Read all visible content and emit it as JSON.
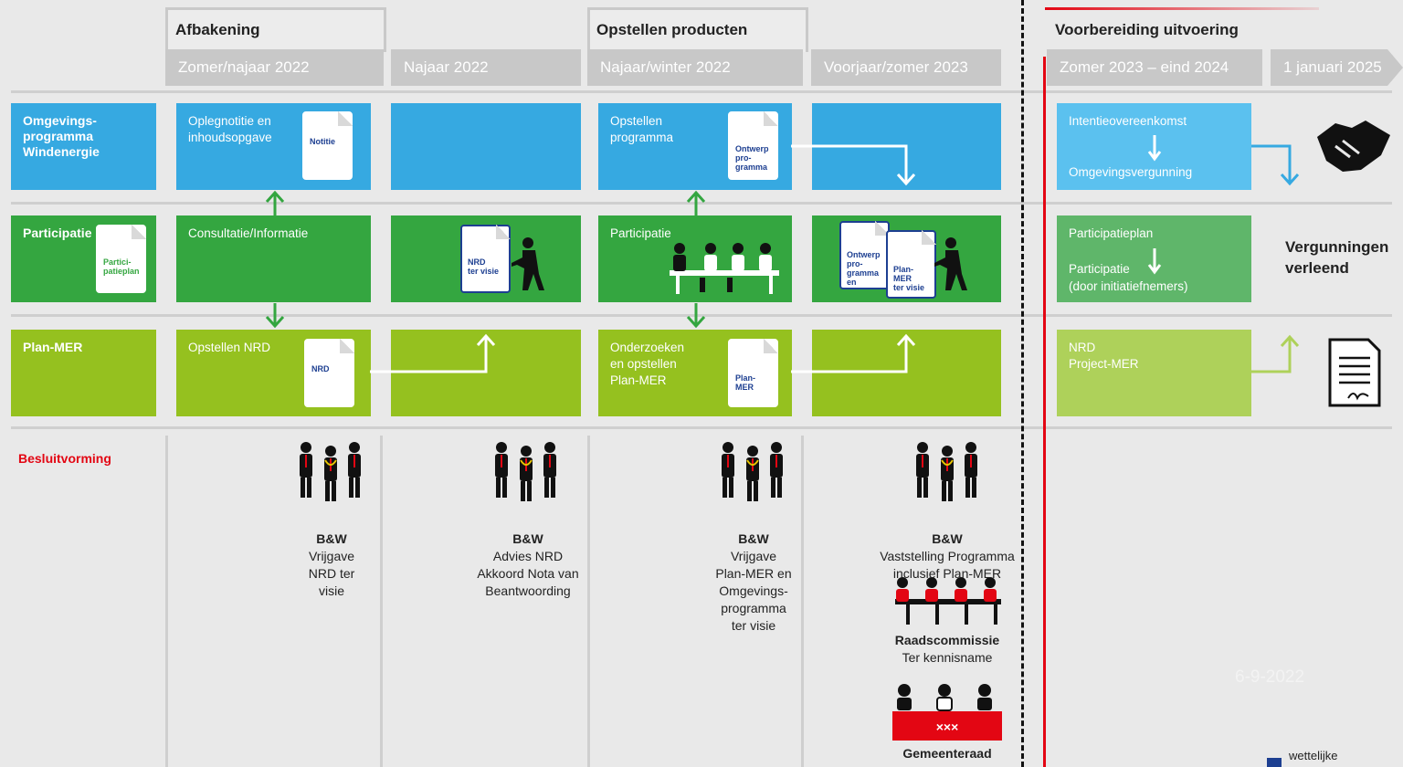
{
  "phases": {
    "afbakening": "Afbakening",
    "opstellen": "Opstellen producten",
    "voorbereiding": "Voorbereiding uitvoering"
  },
  "periods": [
    "Zomer/najaar 2022",
    "Najaar 2022",
    "Najaar/winter 2022",
    "Voorjaar/zomer 2023",
    "Zomer 2023 – eind 2024",
    "1 januari 2025"
  ],
  "rows": {
    "omgeving": "Omgevings-\nprogramma\nWindenergie",
    "participatie": "Participatie",
    "planmer": "Plan-MER",
    "besluit": "Besluitvorming"
  },
  "cells": {
    "r1c1": "Oplegnotitie en\ninhoudsopgave",
    "r1c3": "Opstellen\nprogramma",
    "r1c5a": "Intentieovereenkomst",
    "r1c5b": "Omgevingsvergunning",
    "r2c1": "Consultatie/Informatie",
    "r2c3": "Participatie",
    "r2c5a": "Participatieplan",
    "r2c5b": "Participatie",
    "r2c5c": "(door initiatiefnemers)",
    "r3c1": "Opstellen NRD",
    "r3c3": "Onderzoeken\nen opstellen\nPlan-MER",
    "r3c5": "NRD\nProject-MER"
  },
  "docs": {
    "notitie": "Notitie",
    "ontwerp1": "Ontwerp\npro-\ngramma",
    "particip": "Partici-\npatieplan",
    "nrd_visie": "NRD\nter visie",
    "ontwerp2": "Ontwerp\npro-\ngramma\nen",
    "planmer_visie": "Plan-\nMER\nter visie",
    "nrd": "NRD",
    "planmer": "Plan-\nMER"
  },
  "vergunningen": "Vergunningen\nverleend",
  "decisions": [
    {
      "title": "B&W",
      "text": "Vrijgave\nNRD ter\nvisie"
    },
    {
      "title": "B&W",
      "text": "Advies NRD\nAkkoord Nota van\nBeantwoording"
    },
    {
      "title": "B&W",
      "text": "Vrijgave\nPlan-MER en\nOmgevings-\nprogramma\nter visie"
    },
    {
      "title": "B&W",
      "text": "Vaststelling Programma\ninclusief Plan-MER"
    }
  ],
  "raad": {
    "title": "Raadscommissie",
    "text": "Ter kennisname"
  },
  "gemeenteraad": "Gemeenteraad",
  "slide_date": "6-9-2022",
  "legend": "wettelijke",
  "colors": {
    "blue": "#36a9e1",
    "dark_green": "#34a640",
    "light_green": "#95c11f",
    "red": "#e30613"
  }
}
